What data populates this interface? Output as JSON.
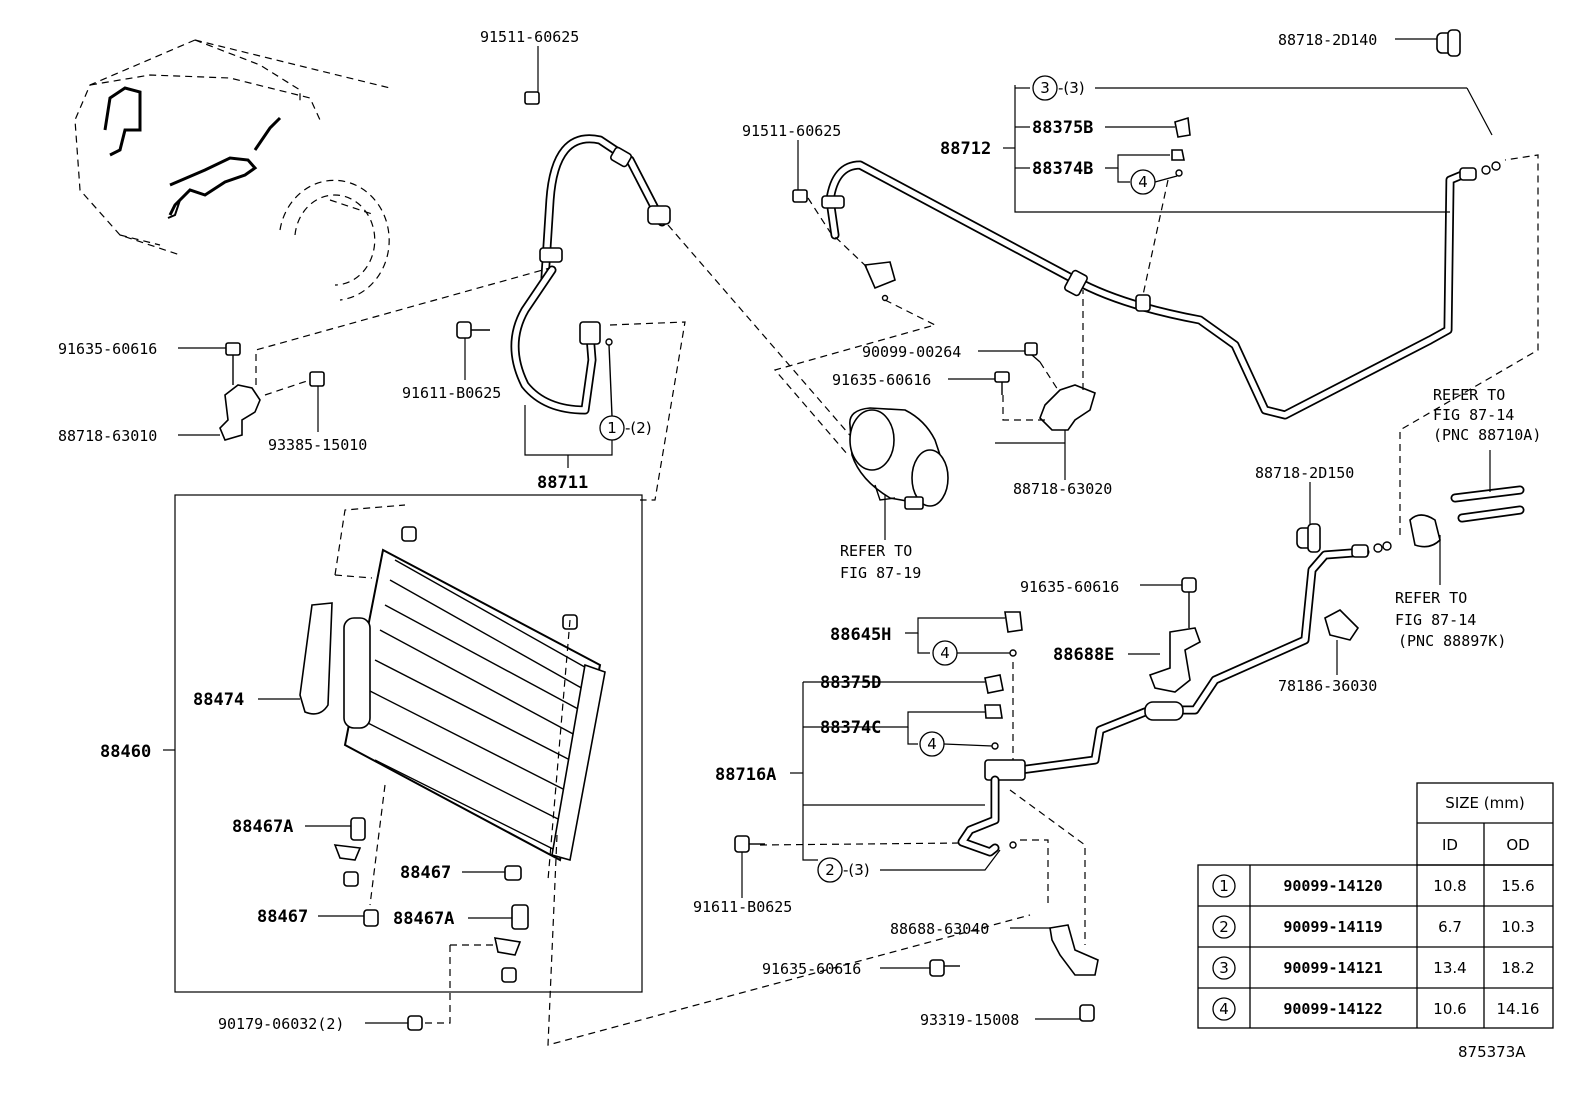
{
  "labels": {
    "p91511_top": "91511-60625",
    "p91511_mid": "91511-60625",
    "p88718_2d140": "88718-2D140",
    "p88712": "88712",
    "p88375b": "88375B",
    "p88374b": "88374B",
    "p3_qty": "-(3)",
    "p91635_a": "91635-60616",
    "p88718_63010": "88718-63010",
    "p93385": "93385-15010",
    "p91611_a": "91611-B0625",
    "p1_qty": "-(2)",
    "p88711": "88711",
    "p90099_00264": "90099-00264",
    "p91635_b": "91635-60616",
    "p88718_63020": "88718-63020",
    "refer_87_19_a": "REFER TO",
    "refer_87_19_b": "FIG 87-19",
    "refer_87_14a_a": "REFER TO",
    "refer_87_14a_b": "FIG 87-14",
    "refer_87_14a_c": "(PNC 88710A)",
    "p88718_2d150": "88718-2D150",
    "p91635_c": "91635-60616",
    "refer_87_14k_a": "REFER TO",
    "refer_87_14k_b": "FIG 87-14",
    "refer_87_14k_c": "(PNC 88897K)",
    "p88645h": "88645H",
    "p88688e": "88688E",
    "p78186": "78186-36030",
    "p88375d": "88375D",
    "p88374c": "88374C",
    "p88716a": "88716A",
    "p88474": "88474",
    "p88460": "88460",
    "p88467a_1": "88467A",
    "p88467_1": "88467",
    "p88467_2": "88467",
    "p88467a_2": "88467A",
    "p90179": "90179-06032(2)",
    "p91611_b": "91611-B0625",
    "p2_qty": "-(3)",
    "p88688_63040": "88688-63040",
    "p91635_d": "91635-60616",
    "p93319": "93319-15008",
    "fig_id": "875373A",
    "c1": "1",
    "c2": "2",
    "c3": "3",
    "c4": "4"
  },
  "size_table": {
    "header": "SIZE (mm)",
    "col_id": "ID",
    "col_od": "OD",
    "rows": [
      {
        "no": "1",
        "part": "90099-14120",
        "id": "10.8",
        "od": "15.6"
      },
      {
        "no": "2",
        "part": "90099-14119",
        "id": "6.7",
        "od": "10.3"
      },
      {
        "no": "3",
        "part": "90099-14121",
        "id": "13.4",
        "od": "18.2"
      },
      {
        "no": "4",
        "part": "90099-14122",
        "id": "10.6",
        "od": "14.16"
      }
    ]
  }
}
